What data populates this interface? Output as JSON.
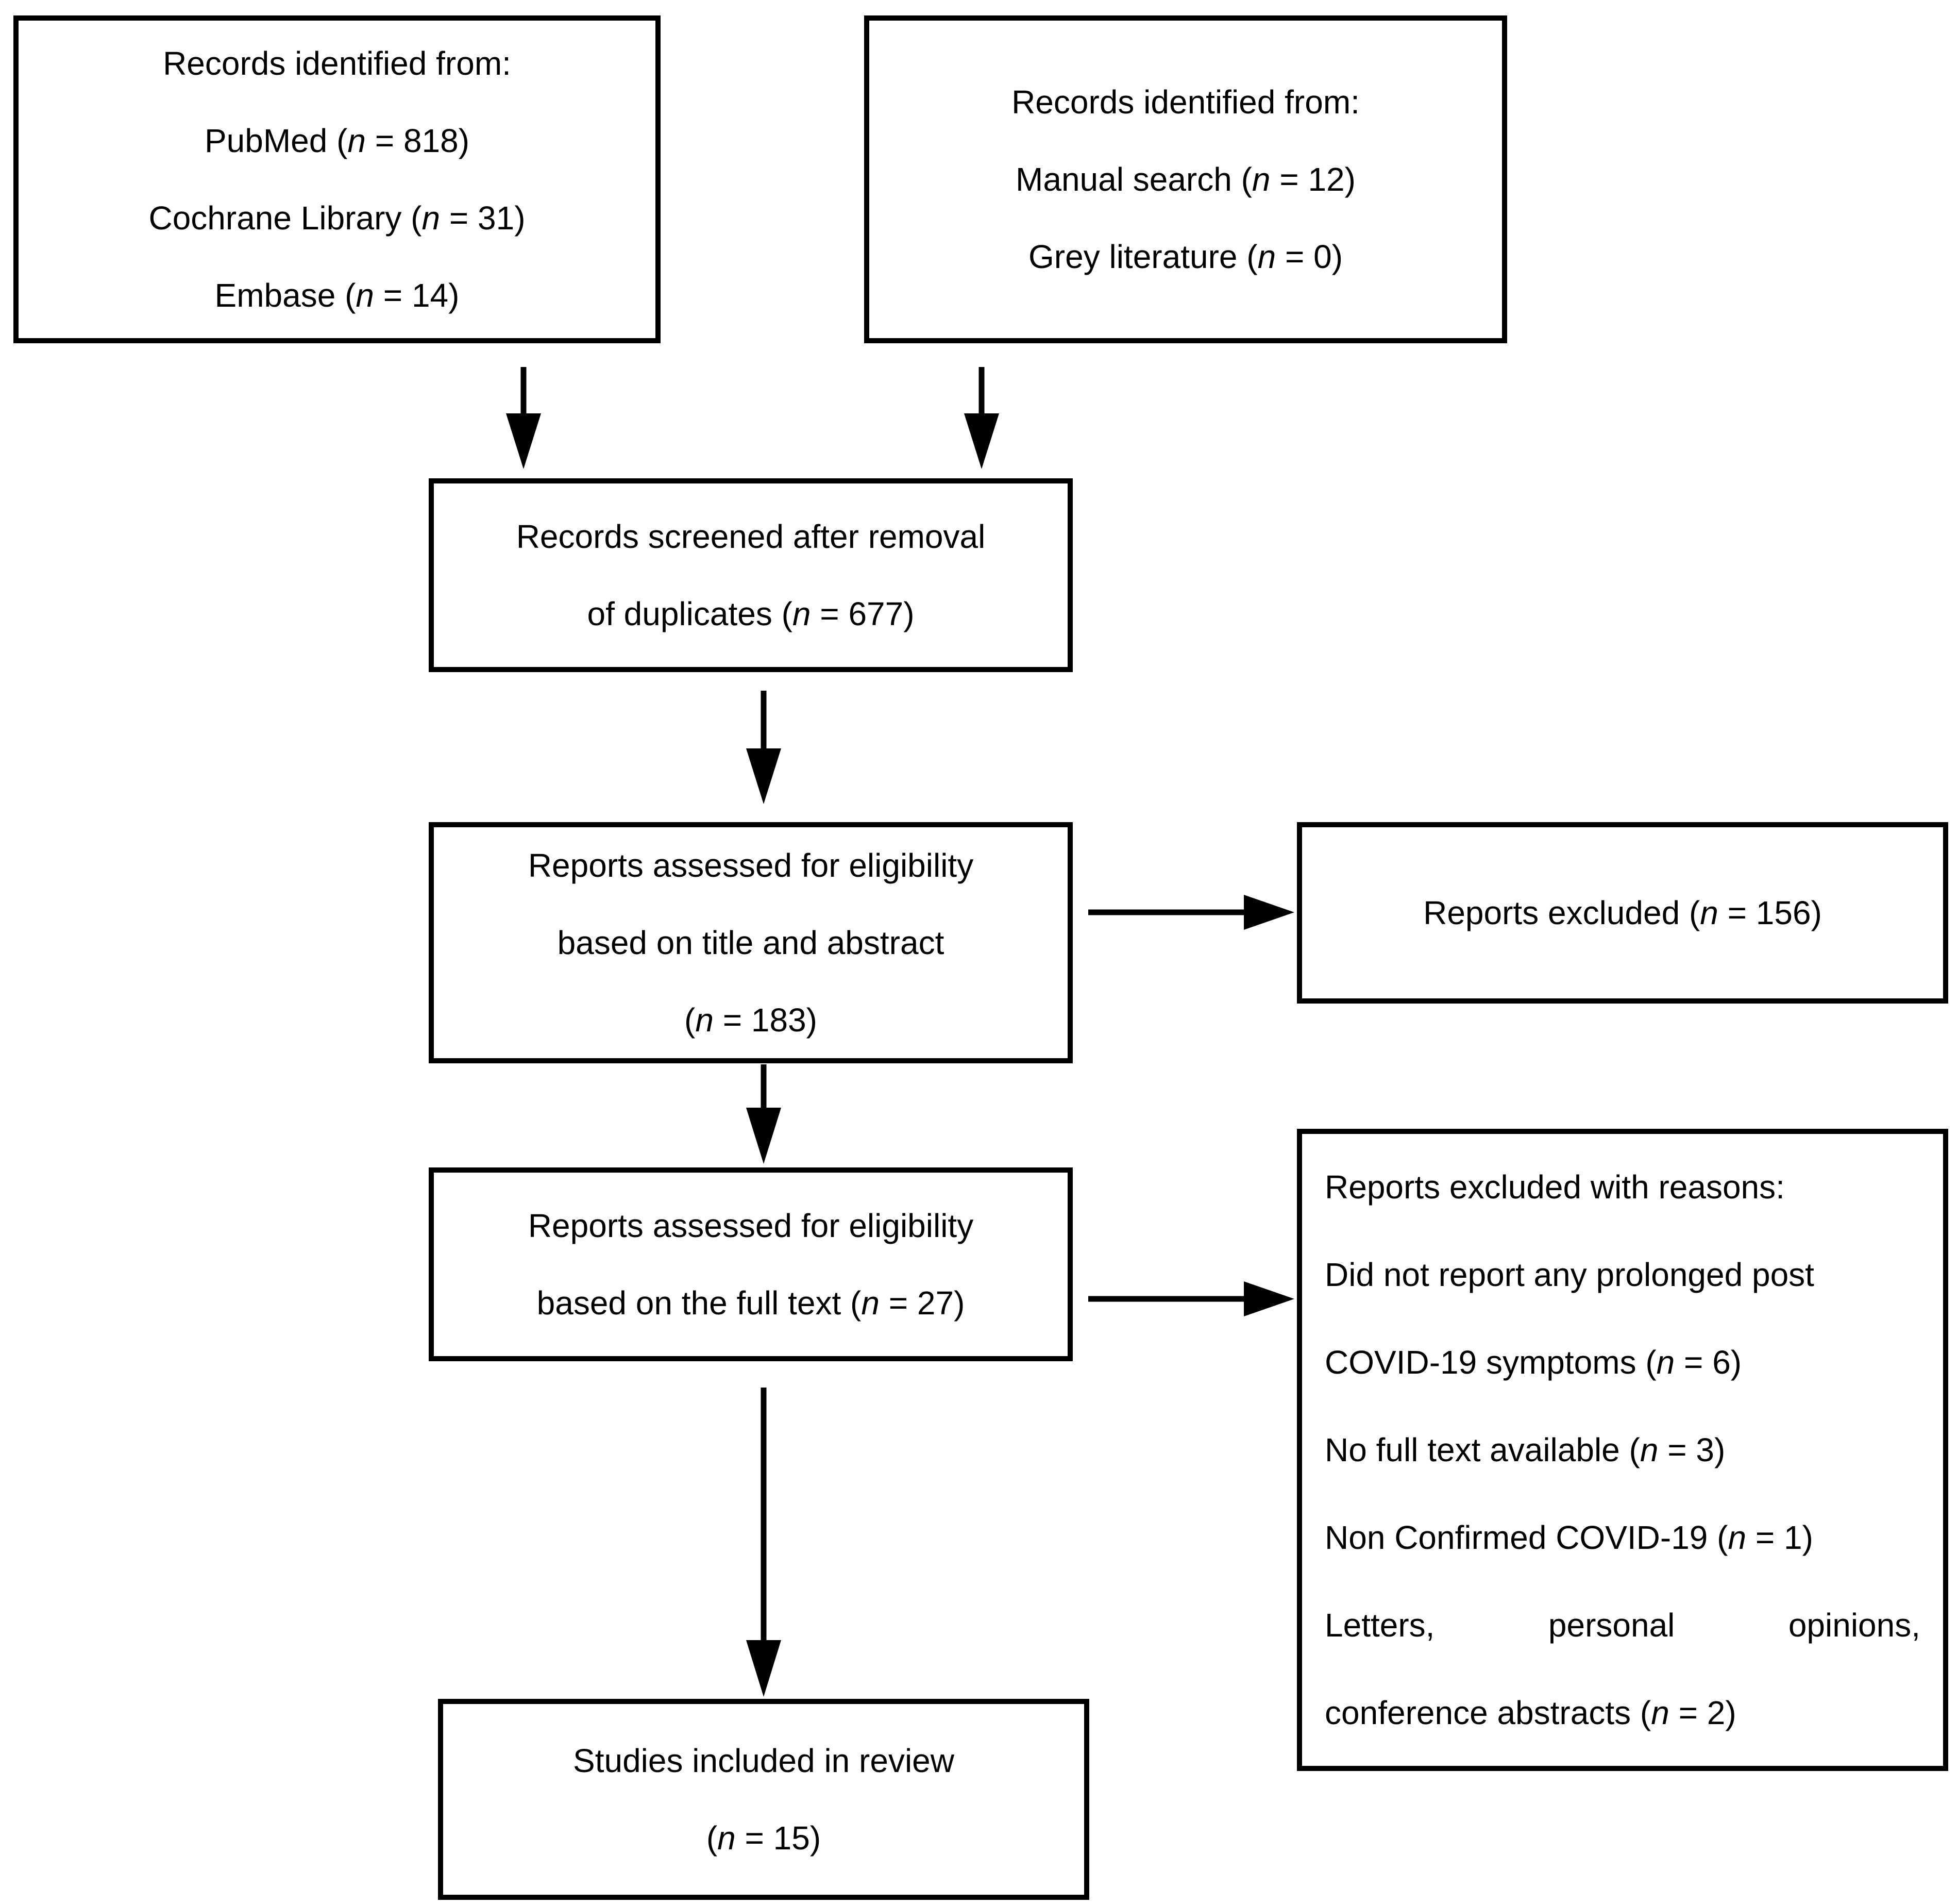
{
  "colors": {
    "background": "#ffffff",
    "box_border": "#000000",
    "text": "#000000",
    "arrow": "#000000"
  },
  "boxes": {
    "identification_databases": {
      "lines": [
        {
          "s0": "Records identified from:"
        },
        {
          "s0": "PubMed (",
          "n": "n",
          "s1": " = 818)"
        },
        {
          "s0": "Cochrane Library (",
          "n": "n",
          "s1": " = 31)"
        },
        {
          "s0": "Embase (",
          "n": "n",
          "s1": " = 14)"
        }
      ]
    },
    "identification_other": {
      "lines": [
        {
          "s0": "Records identified from:"
        },
        {
          "s0": "Manual search (",
          "n": "n",
          "s1": " = 12)"
        },
        {
          "s0": "Grey literature (",
          "n": "n",
          "s1": " = 0)"
        }
      ]
    },
    "screening": {
      "lines": [
        {
          "s0": "Records screened after removal"
        },
        {
          "s0": "of duplicates (",
          "n": "n",
          "s1": " = 677)"
        }
      ]
    },
    "eligibility_title_abstract": {
      "lines": [
        {
          "s0": "Reports assessed for eligibility"
        },
        {
          "s0": "based on title and abstract"
        },
        {
          "s0": "(",
          "n": "n",
          "s1": " = 183)"
        }
      ]
    },
    "excluded_title_abstract": {
      "lines": [
        {
          "s0": "Reports excluded (",
          "n": "n",
          "s1": " = 156)"
        }
      ]
    },
    "eligibility_full_text": {
      "lines": [
        {
          "s0": "Reports assessed for eligibility"
        },
        {
          "s0": "based on the full text (",
          "n": "n",
          "s1": " = 27)"
        }
      ]
    },
    "excluded_full_text": {
      "lines": [
        {
          "s0": "Reports excluded with reasons:"
        },
        {
          "s0": "Did not report any prolonged post"
        },
        {
          "s0": "COVID-19 symptoms (",
          "n": "n",
          "s1": " = 6)"
        },
        {
          "s0": "No full text available (",
          "n": "n",
          "s1": " = 3)"
        },
        {
          "s0": "Non Confirmed COVID-19 (",
          "n": "n",
          "s1": " = 1)"
        },
        {
          "w0": "Letters,",
          "w1": "personal",
          "w2": "opinions,"
        },
        {
          "s0": "conference abstracts (",
          "n": "n",
          "s1": " = 2)"
        }
      ]
    },
    "included": {
      "lines": [
        {
          "s0": "Studies included in review"
        },
        {
          "s0": "(",
          "n": "n",
          "s1": " = 15)"
        }
      ]
    }
  }
}
